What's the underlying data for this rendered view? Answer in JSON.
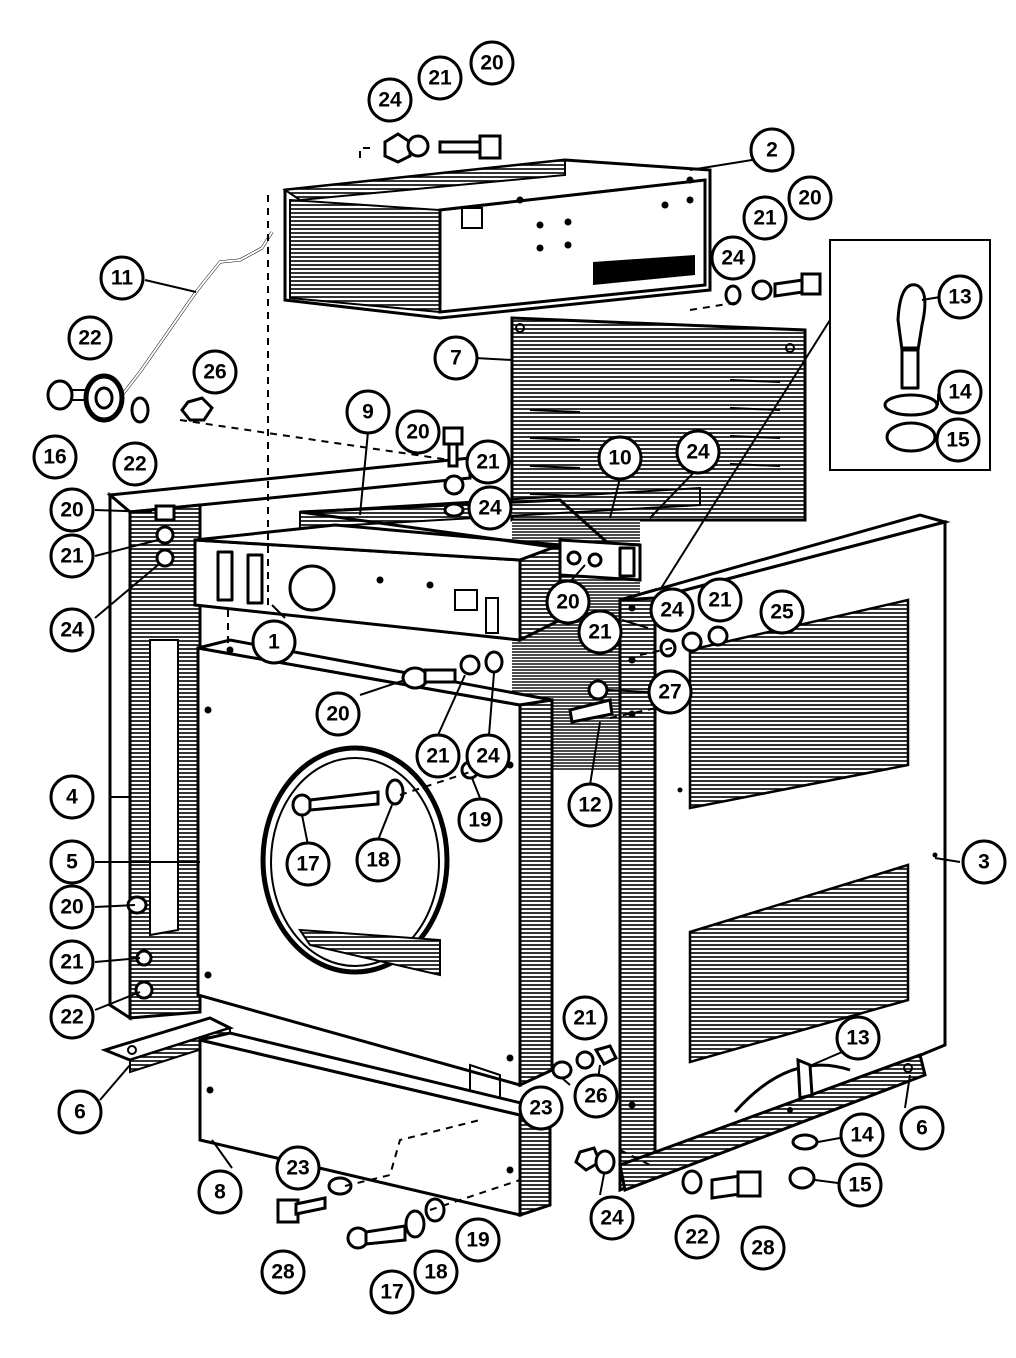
{
  "callout_labels": [
    "1",
    "2",
    "3",
    "4",
    "5",
    "6",
    "6",
    "7",
    "8",
    "9",
    "10",
    "11",
    "12",
    "13",
    "13",
    "14",
    "14",
    "15",
    "15",
    "16",
    "17",
    "17",
    "18",
    "18",
    "19",
    "19",
    "20",
    "20",
    "20",
    "20",
    "20",
    "20",
    "20",
    "21",
    "21",
    "21",
    "21",
    "21",
    "21",
    "21",
    "21",
    "21",
    "22",
    "22",
    "22",
    "22",
    "23",
    "23",
    "24",
    "24",
    "24",
    "24",
    "24",
    "24",
    "24",
    "24",
    "25",
    "26",
    "26",
    "27",
    "28",
    "28"
  ]
}
